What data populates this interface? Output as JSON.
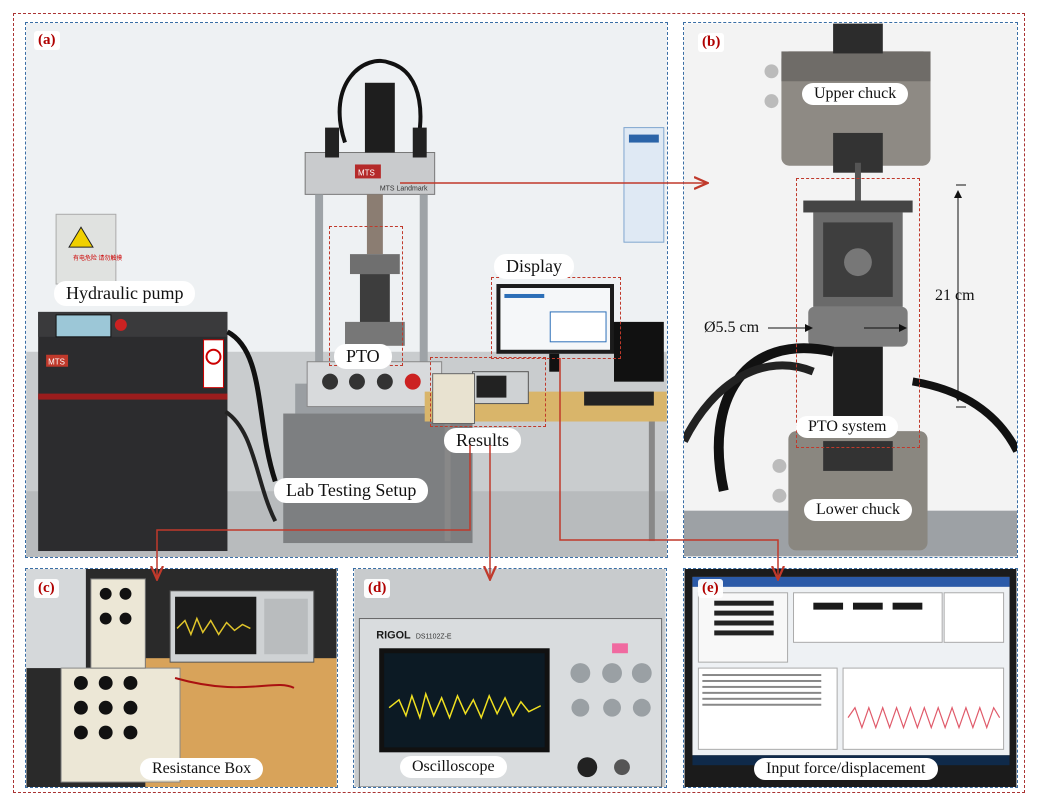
{
  "figure": {
    "panels": [
      {
        "tag": "(a)"
      },
      {
        "tag": "(b)"
      },
      {
        "tag": "(c)"
      },
      {
        "tag": "(d)"
      },
      {
        "tag": "(e)"
      }
    ],
    "labels": {
      "hydraulic_pump": "Hydraulic pump",
      "pto": "PTO",
      "display": "Display",
      "results": "Results",
      "lab_setup": "Lab Testing Setup",
      "upper_chuck": "Upper chuck",
      "lower_chuck": "Lower chuck",
      "pto_system": "PTO system",
      "diameter": "Ø5.5 cm",
      "height": "21 cm",
      "resistance_box": "Resistance Box",
      "oscilloscope": "Oscilloscope",
      "input_force": "Input force/displacement"
    },
    "photo_text": {
      "mts_logo": "MTS",
      "mts_landmark": "MTS Landmark",
      "rigol": "RIGOL",
      "rigol_model": "DS1102Z-E",
      "warning_sign": "有电危险 请勿触摸"
    },
    "colors": {
      "panel_border": "#3a6ea5",
      "outer_border": "#a33333",
      "highlight": "#c0392b",
      "tag_text": "#b00000"
    }
  }
}
